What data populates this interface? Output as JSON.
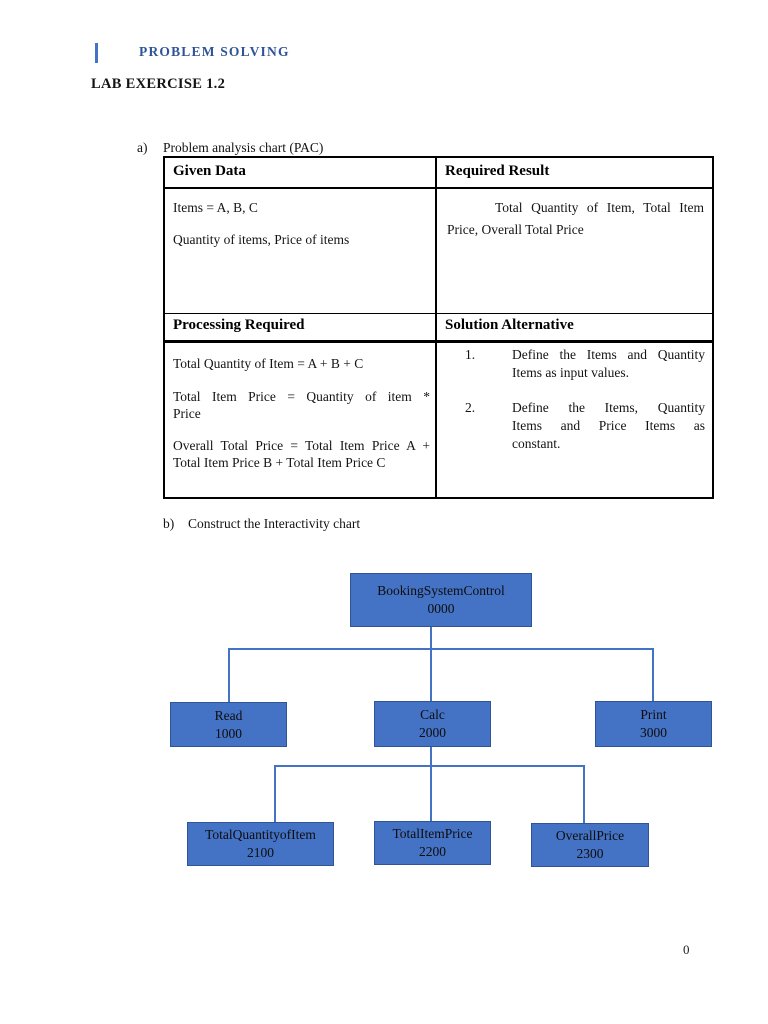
{
  "header": {
    "label": "PROBLEM SOLVING"
  },
  "title": "LAB EXERCISE 1.2",
  "page_number": "0",
  "colors": {
    "accent": "#4472C4",
    "heading_text": "#2F5496"
  },
  "section_a": {
    "marker": "a)",
    "heading": "Problem analysis chart (PAC)",
    "table": {
      "headers": {
        "given_data": "Given Data",
        "required_result": "Required Result",
        "processing_required": "Processing Required",
        "solution_alternative": "Solution Alternative"
      },
      "given_data_lines": [
        "Items = A, B, C",
        "Quantity of items, Price of items"
      ],
      "required_result_lines": [
        "Total Quantity of Item, Total Item",
        "Price, Overall Total Price"
      ],
      "processing_lines": [
        "Total Quantity of Item = A + B + C",
        "Total Item Price = Quantity of item *",
        "Price",
        "Overall Total Price = Total Item Price A +",
        "Total Item Price B + Total Item Price C"
      ],
      "solution_items": [
        {
          "num": "1.",
          "lines": [
            "Define the Items and Quantity",
            "Items as input values."
          ]
        },
        {
          "num": "2.",
          "lines": [
            "Define the Items, Quantity",
            "Items and Price Items as",
            "constant."
          ]
        }
      ]
    }
  },
  "section_b": {
    "marker": "b)",
    "heading": "Construct the Interactivity chart",
    "diagram": {
      "root": {
        "label": "BookingSystemControl",
        "code": "0000"
      },
      "level2": [
        {
          "label": "Read",
          "code": "1000"
        },
        {
          "label": "Calc",
          "code": "2000"
        },
        {
          "label": "Print",
          "code": "3000"
        }
      ],
      "level3": [
        {
          "label": "TotalQuantityofItem",
          "code": "2100"
        },
        {
          "label": "TotalItemPrice",
          "code": "2200"
        },
        {
          "label": "OverallPrice",
          "code": "2300"
        }
      ],
      "colors": {
        "box_fill": "#4472C4",
        "box_border": "#2F5597",
        "connector": "#4472C4"
      }
    }
  }
}
